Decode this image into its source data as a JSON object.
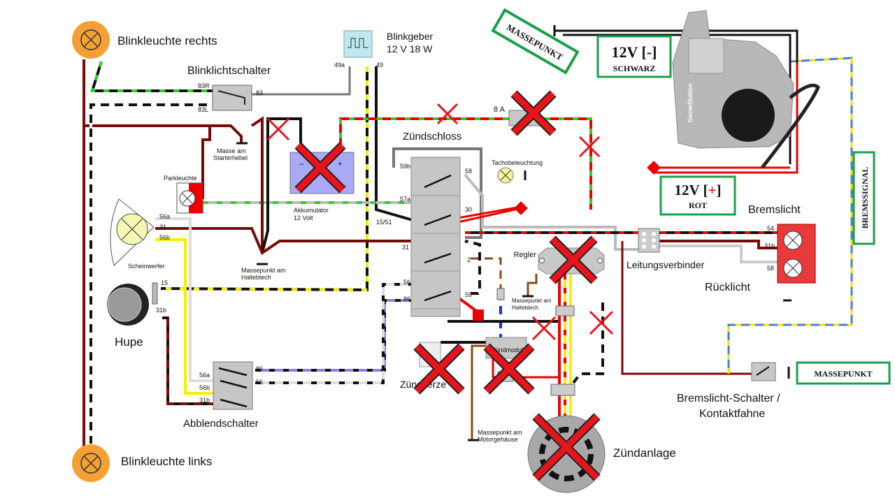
{
  "components": {
    "turn_signal_right": "Blinkleuchte rechts",
    "turn_signal_left": "Blinkleuchte links",
    "turn_switch": {
      "label": "Blinklichtschalter",
      "t_83r": "83R",
      "t_83": "83",
      "t_83l": "83L"
    },
    "flasher": {
      "label1": "Blinkgeber",
      "label2": "12 V 18 W",
      "t_49a": "49a",
      "t_49": "49"
    },
    "ground_starter": {
      "line1": "Masse am",
      "line2": "Starterhebel"
    },
    "parking_light": "Parkleuchte",
    "battery": {
      "minus": "–",
      "plus": "+",
      "line1": "Akkumulator",
      "line2": "12 Volt"
    },
    "ignition_lock": {
      "label": "Zündschloss",
      "t_59b": "59b",
      "t_58": "58",
      "t_57a": "57a",
      "t_30": "30",
      "t_1551": "15/51",
      "t_31": "31",
      "t_2": "2",
      "t_56": "56",
      "t_86": "86",
      "t_59": "59"
    },
    "speedo_light": "Tachobeleuchtung",
    "fuse": "8 A",
    "headlight": {
      "label": "Scheinwerfer",
      "t_56a": "56a",
      "t_31": "31",
      "t_56b": "56b"
    },
    "horn": {
      "label": "Hupe",
      "t_15": "15",
      "t_31b": "31b"
    },
    "ground_bracket": {
      "line1": "Massepunkt am",
      "line2": "Halteblech"
    },
    "dimmer_switch": {
      "label": "Abblendschalter",
      "t_56a": "56a",
      "t_56b": "56b",
      "t_31b": "31b",
      "t_86": "86",
      "t_56": "56"
    },
    "spark_plug": "Zündkerze",
    "ignition_module": "Zündmodul",
    "regulator": "Regler",
    "ground_bracket2": {
      "line1": "Massepunkt am",
      "line2": "Halteblech"
    },
    "ground_engine": {
      "line1": "Massepunkt am",
      "line2": "Motorgehäuse"
    },
    "ignition_system": "Zündanlage",
    "connector": "Leitungsverbinder",
    "brake_light": {
      "label": "Bremslicht",
      "t_54": "54",
      "t_31b": "31b",
      "t_58": "58"
    },
    "tail_light": "Rücklicht",
    "brake_switch": {
      "line1": "Bremslicht-Schalter /",
      "line2": "Kontaktfahne"
    }
  },
  "annotations": {
    "ground_top": "MASSEPUNKT",
    "minus_box": {
      "title": "12V [-]",
      "sub": "SCHWARZ"
    },
    "plus_box": {
      "title_a": "12V [",
      "title_plus": "+",
      "title_b": "]",
      "sub": "ROT"
    },
    "brake_signal": "BREMSSIGNAL",
    "ground_right": "MASSEPUNKT",
    "device_brand": "GenieStation"
  },
  "colors": {
    "annotation_border": "#1aa04a",
    "cross": "#e8141c",
    "wire_dark_red": "#7a0a0a",
    "lamp_orange": "#f5a035",
    "brake_light_red": "#e83a3a"
  }
}
